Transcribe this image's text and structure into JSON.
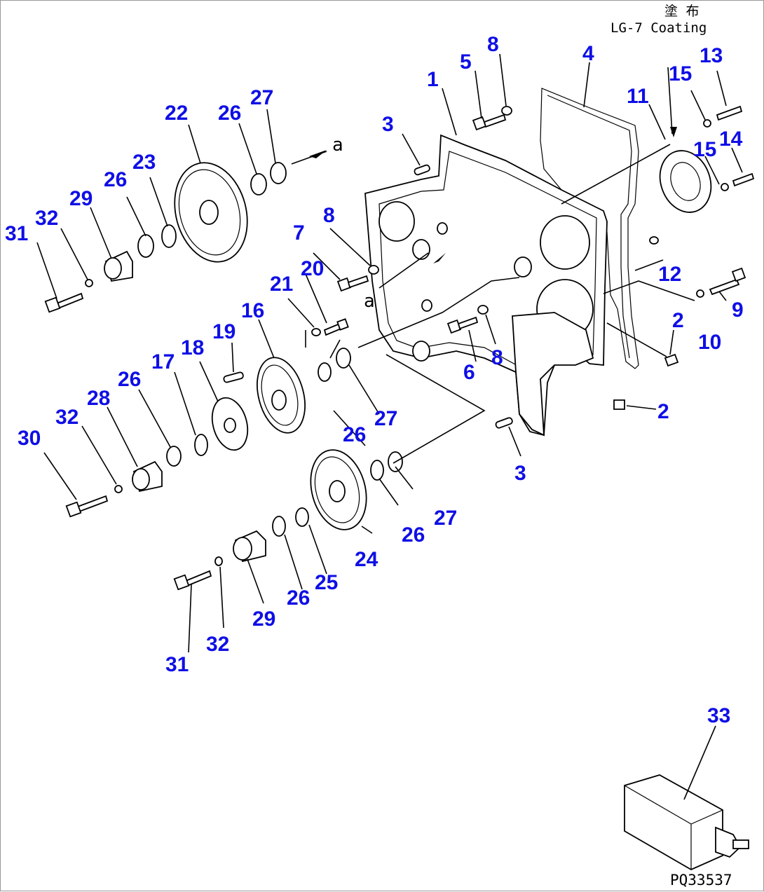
{
  "note": {
    "japanese": "塗 布",
    "english": "LG-7 Coating"
  },
  "marker_a": "a",
  "drawing_code": "PQ33537",
  "callouts": [
    "1",
    "2",
    "2",
    "3",
    "3",
    "4",
    "5",
    "6",
    "7",
    "8",
    "8",
    "8",
    "9",
    "10",
    "11",
    "12",
    "13",
    "14",
    "15",
    "15",
    "16",
    "17",
    "18",
    "19",
    "20",
    "21",
    "22",
    "23",
    "24",
    "25",
    "26",
    "26",
    "26",
    "26",
    "26",
    "26",
    "27",
    "27",
    "27",
    "28",
    "29",
    "29",
    "30",
    "31",
    "31",
    "32",
    "32",
    "32",
    "33"
  ]
}
